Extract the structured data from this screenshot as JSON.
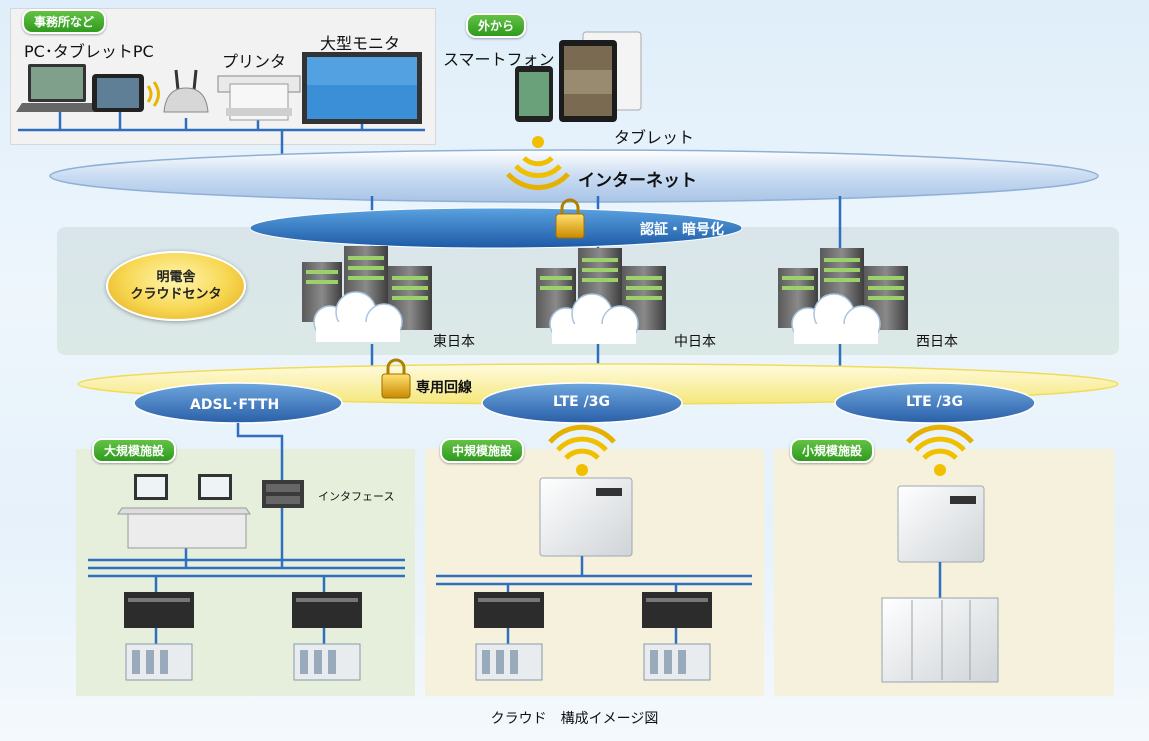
{
  "office": {
    "badge": "事務所など",
    "pc_label": "PC･タブレットPC",
    "printer_label": "プリンタ",
    "monitor_label": "大型モニタ"
  },
  "outside": {
    "badge": "外から",
    "smartphone_label": "スマートフォン",
    "tablet_label": "タブレット"
  },
  "internet": {
    "label": "インターネット"
  },
  "auth": {
    "label": "認証・暗号化"
  },
  "cloud_center": {
    "title_line1": "明電舎",
    "title_line2": "クラウドセンタ",
    "sites": [
      "東日本",
      "中日本",
      "西日本"
    ]
  },
  "dedicated_line": {
    "label": "専用回線"
  },
  "links": [
    "ADSL･FTTH",
    "LTE /3G",
    "LTE /3G"
  ],
  "facilities": {
    "large": {
      "badge": "大規模施設",
      "interface_label": "インタフェース"
    },
    "medium": {
      "badge": "中規模施設"
    },
    "small": {
      "badge": "小規模施設"
    }
  },
  "caption": "クラウド　構成イメージ図",
  "colors": {
    "network_blue": "#2f6fc0",
    "badge_green": "#3aa52a",
    "panel_green": "#e6efdc",
    "panel_yellow": "#f5f1dd"
  },
  "icons": [
    "laptop-icon",
    "tablet-icon",
    "router-icon",
    "printer-icon",
    "monitor-icon",
    "smartphone-icon",
    "wireless-icon",
    "lock-icon",
    "server-rack-icon",
    "cloud-icon",
    "workstation-icon",
    "interface-unit-icon",
    "plc-icon",
    "io-module-icon",
    "gateway-icon",
    "cabinet-icon"
  ]
}
